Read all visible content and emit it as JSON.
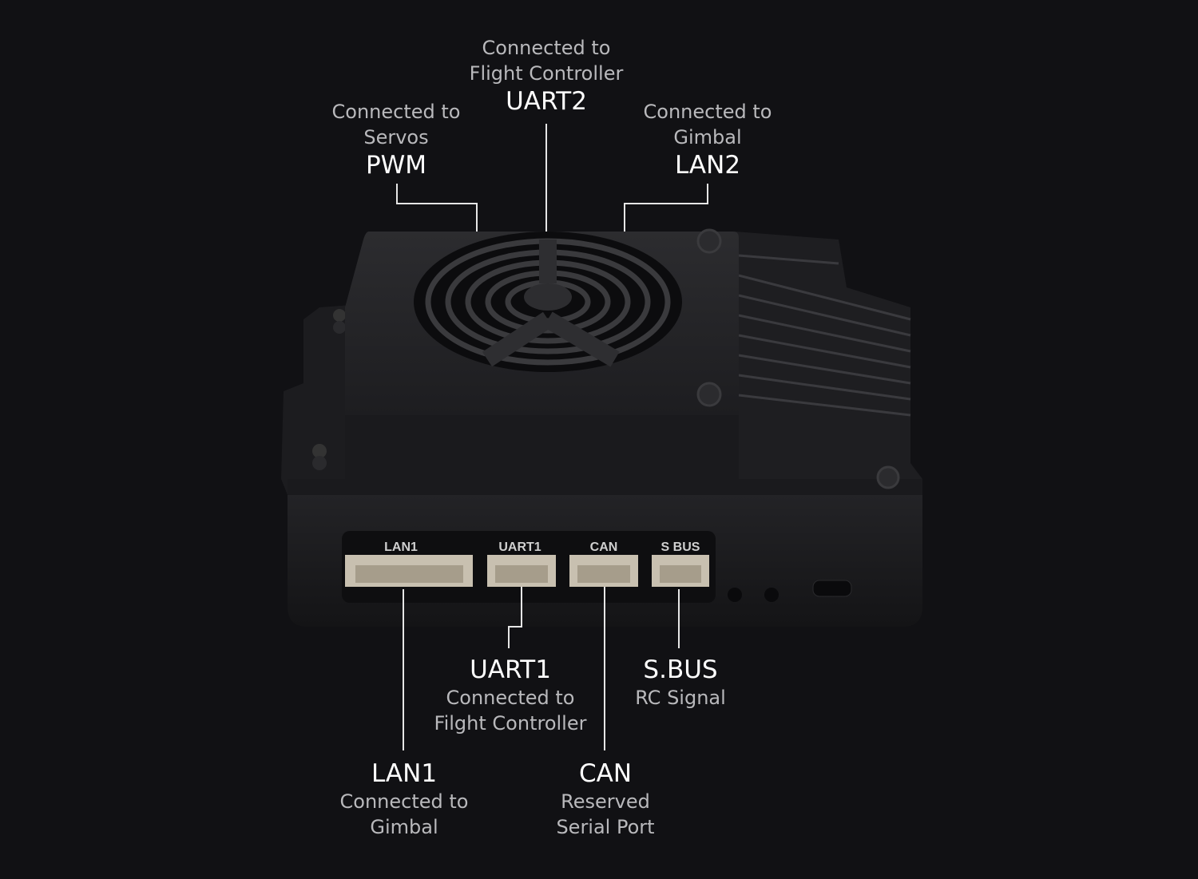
{
  "top_labels": {
    "pwm": {
      "lines": [
        "Connected to",
        "Servos"
      ],
      "name": "PWM"
    },
    "uart2": {
      "lines": [
        "Connected to",
        "Flight Controller"
      ],
      "name": "UART2"
    },
    "lan2": {
      "lines": [
        "Connected to",
        "Gimbal"
      ],
      "name": "LAN2"
    }
  },
  "bottom_labels": {
    "uart1": {
      "name": "UART1",
      "lines": [
        "Connected to",
        "Filght Controller"
      ]
    },
    "sbus": {
      "name": "S.BUS",
      "lines": [
        "RC Signal"
      ]
    },
    "lan1": {
      "name": "LAN1",
      "lines": [
        "Connected to",
        "Gimbal"
      ]
    },
    "can": {
      "name": "CAN",
      "lines": [
        "Reserved",
        "Serial Port"
      ]
    }
  },
  "port_silkscreen": [
    "LAN1",
    "UART1",
    "CAN",
    "S BUS"
  ],
  "colors": {
    "background": "#111114",
    "line": "#e6e6e6",
    "text_main": "#ffffff",
    "text_sub": "#b9b9bc"
  }
}
